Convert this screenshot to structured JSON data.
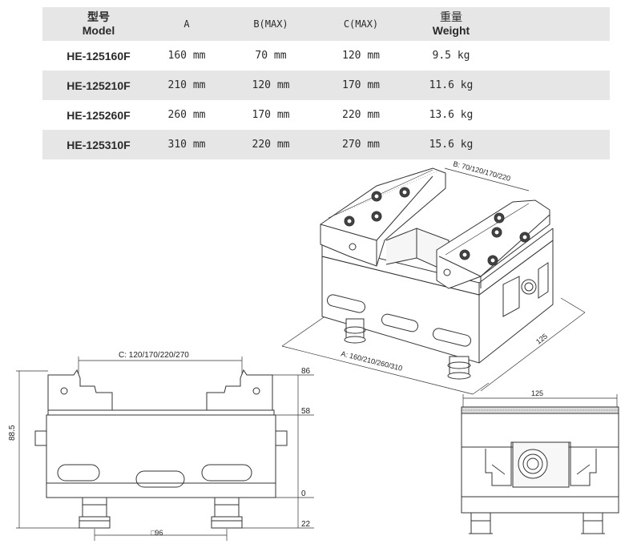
{
  "table": {
    "headers": {
      "model_zh": "型号",
      "model_en": "Model",
      "a": "A",
      "b": "B(MAX)",
      "c": "C(MAX)",
      "weight_zh": "重量",
      "weight_en": "Weight"
    },
    "rows": [
      {
        "model": "HE-125160F",
        "a": "160 mm",
        "b": "70 mm",
        "c": "120 mm",
        "weight": "9.5 kg"
      },
      {
        "model": "HE-125210F",
        "a": "210 mm",
        "b": "120 mm",
        "c": "170 mm",
        "weight": "11.6 kg"
      },
      {
        "model": "HE-125260F",
        "a": "260 mm",
        "b": "170 mm",
        "c": "220 mm",
        "weight": "13.6 kg"
      },
      {
        "model": "HE-125310F",
        "a": "310 mm",
        "b": "220 mm",
        "c": "270 mm",
        "weight": "15.6 kg"
      }
    ]
  },
  "drawing": {
    "iso_b_label": "B: 70/120/170/220",
    "iso_a_label": "A: 160/210/260/310",
    "iso_depth_label": "125",
    "front_c_label": "C: 120/170/220/270",
    "front_height_label": "88.5",
    "front_dim_86": "86",
    "front_dim_58": "58",
    "front_dim_0": "0",
    "front_dim_22": "22",
    "front_bottom_label": "□96",
    "side_width_label": "125"
  }
}
